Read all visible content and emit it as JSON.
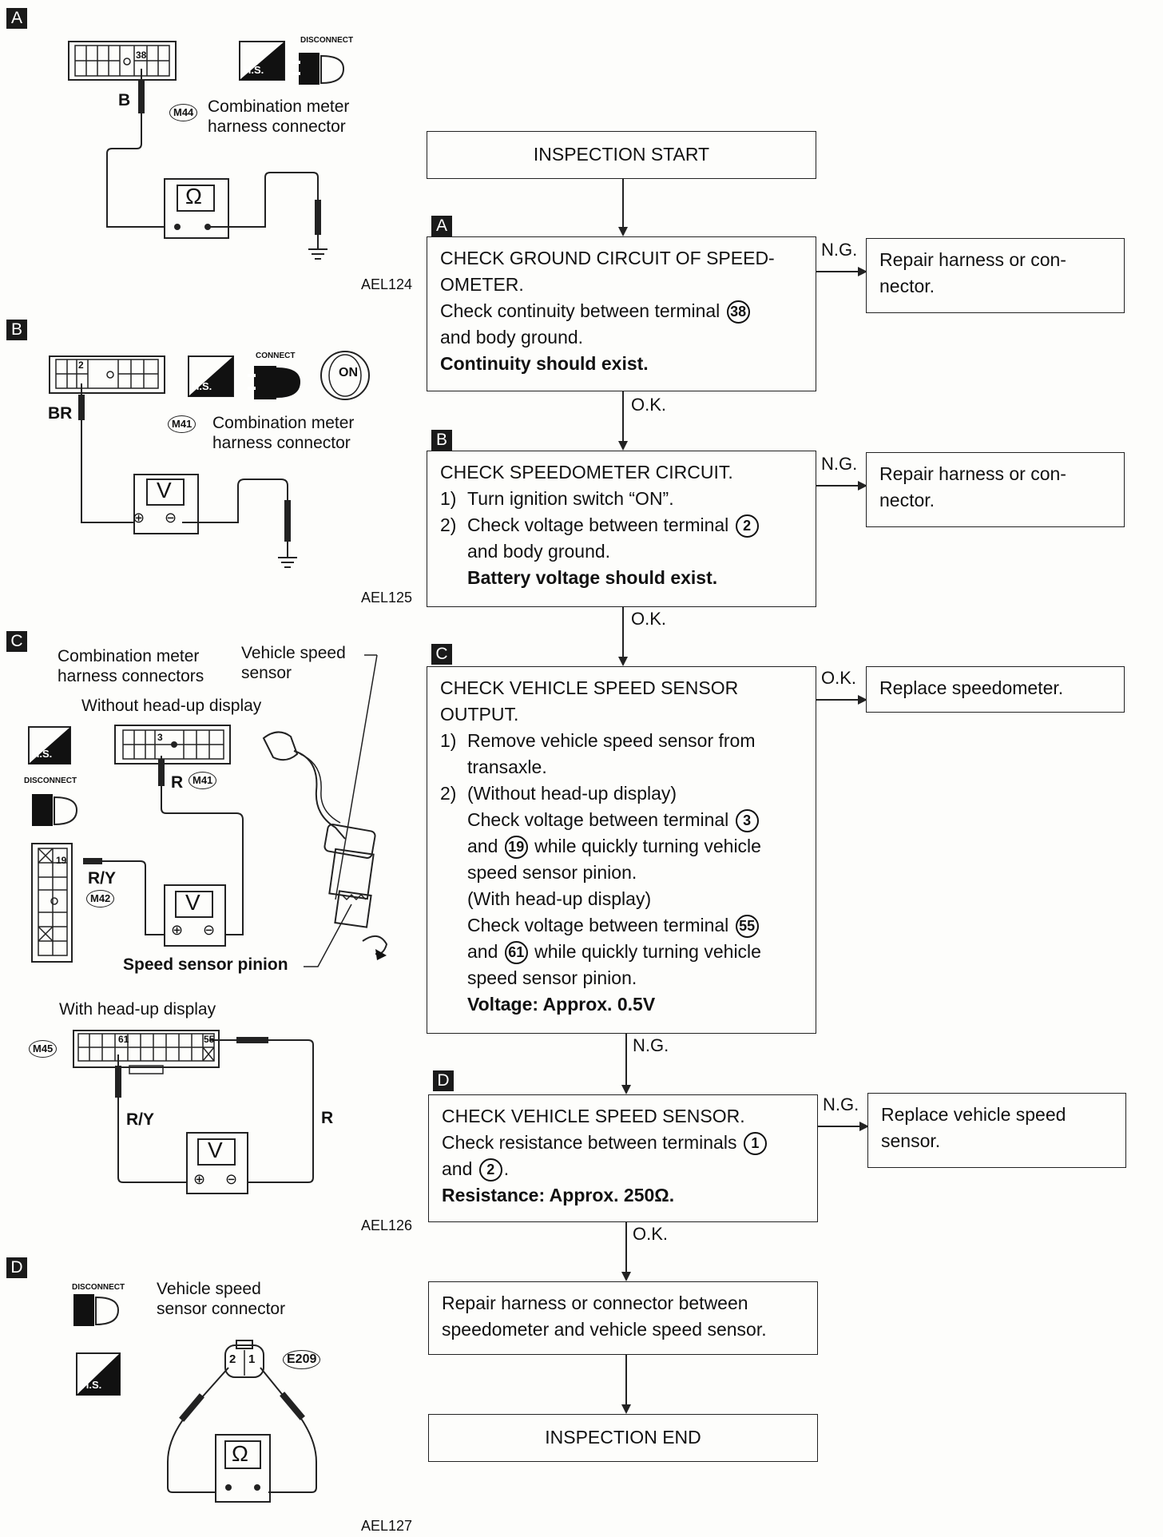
{
  "labels": {
    "A": "A",
    "B": "B",
    "C": "C",
    "D": "D"
  },
  "symbols": {
    "hs": "H.S.",
    "disconnect": "DISCONNECT",
    "connect": "CONNECT",
    "on": "ON",
    "ohm": "Ω",
    "volt": "V",
    "plus": "⊕",
    "minus": "⊖"
  },
  "diagramA": {
    "wire": "B",
    "connector": "M44",
    "title1": "Combination meter",
    "title2": "harness connector",
    "pin": "38",
    "code": "AEL124"
  },
  "diagramB": {
    "wire": "BR",
    "connector": "M41",
    "title1": "Combination meter",
    "title2": "harness connector",
    "pin": "2",
    "code": "AEL125"
  },
  "diagramC": {
    "title1": "Combination meter",
    "title2": "harness connectors",
    "sensor1": "Vehicle speed",
    "sensor2": "sensor",
    "without_hud": "Without head-up display",
    "with_hud": "With head-up display",
    "pinion": "Speed sensor pinion",
    "wire_r": "R",
    "wire_ry": "R/Y",
    "wire_ry2": "R/Y",
    "wire_r2": "R",
    "conn_m41": "M41",
    "conn_m42": "M42",
    "conn_m45": "M45",
    "pin3": "3",
    "pin19": "19",
    "pin61": "61",
    "pin55": "55",
    "code": "AEL126"
  },
  "diagramD": {
    "title1": "Vehicle speed",
    "title2": "sensor connector",
    "connector": "E209",
    "pin2": "2",
    "pin1": "1",
    "code": "AEL127"
  },
  "flow": {
    "start": "INSPECTION START",
    "stepA": {
      "l1": "CHECK GROUND CIRCUIT OF SPEED-",
      "l2": "OMETER.",
      "l3": "Check continuity between terminal",
      "t1": "38",
      "l4": "and body ground.",
      "l5": "Continuity should exist."
    },
    "stepB": {
      "l1": "CHECK SPEEDOMETER CIRCUIT.",
      "n1": "1)",
      "l2": "Turn ignition switch “ON”.",
      "n2": "2)",
      "l3": "Check voltage between terminal",
      "t1": "2",
      "l4": "and body ground.",
      "l5": "Battery voltage should exist."
    },
    "stepC": {
      "l1": "CHECK VEHICLE SPEED SENSOR",
      "l2": "OUTPUT.",
      "n1": "1)",
      "l3": "Remove vehicle speed sensor from",
      "l4": "transaxle.",
      "n2": "2)",
      "l5": "(Without head-up display)",
      "l6": "Check voltage between terminal",
      "t1": "3",
      "l7a": "and",
      "t2": "19",
      "l7b": "while quickly turning vehicle",
      "l8": "speed sensor pinion.",
      "l9": "(With head-up display)",
      "l10": "Check voltage between terminal",
      "t3": "55",
      "l11a": "and",
      "t4": "61",
      "l11b": "while quickly turning vehicle",
      "l12": "speed sensor pinion.",
      "l13": "Voltage: Approx. 0.5V"
    },
    "stepD": {
      "l1": "CHECK VEHICLE SPEED SENSOR.",
      "l2": "Check resistance between terminals",
      "t1": "1",
      "l3a": "and",
      "t2": "2",
      "l3b": ".",
      "l4": "Resistance: Approx. 250Ω."
    },
    "repairA": {
      "l1": "Repair harness or con-",
      "l2": "nector."
    },
    "repairB": {
      "l1": "Repair harness or con-",
      "l2": "nector."
    },
    "replaceSpeedo": "Replace speedometer.",
    "replaceSensor": {
      "l1": "Replace vehicle speed",
      "l2": "sensor."
    },
    "repairFinal": {
      "l1": "Repair harness or connector between",
      "l2": "speedometer and vehicle speed sensor."
    },
    "end": "INSPECTION END",
    "ng": "N.G.",
    "ok": "O.K."
  }
}
